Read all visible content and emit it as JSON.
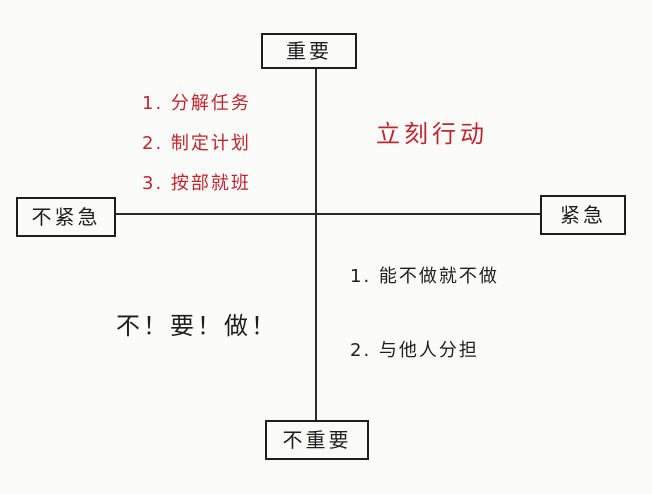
{
  "quadrant": {
    "axis_labels": {
      "top": "重要",
      "bottom": "不重要",
      "left": "不紧急",
      "right": "紧急"
    },
    "important_not_urgent": {
      "items": [
        "1. 分解任务",
        "2. 制定计划",
        "3. 按部就班"
      ]
    },
    "important_urgent": {
      "text": "立刻行动"
    },
    "not_important_not_urgent": {
      "text": "不！要！做！"
    },
    "not_important_urgent": {
      "items": [
        "1. 能不做就不做",
        "2. 与他人分担"
      ]
    }
  },
  "colors": {
    "red_ink": "#c0262e",
    "black_ink": "#1e1e1e",
    "paper": "#fbfbf9"
  }
}
